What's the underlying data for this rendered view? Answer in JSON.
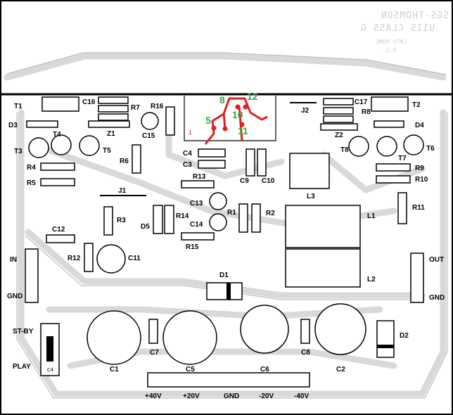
{
  "header": {
    "line1": "SGS-THOMSON",
    "line2": "U11S CLASS G",
    "line3": "LMTO ROME",
    "line4": "D.S."
  },
  "labels": {
    "T1": "T1",
    "T2": "T2",
    "T3": "T3",
    "T4": "T4",
    "T5": "T5",
    "T6": "T6",
    "T7": "T7",
    "T8": "T8",
    "C16": "C16",
    "C17": "C17",
    "C15": "C15",
    "C4": "C4",
    "C3": "C3",
    "C9": "C9",
    "C10": "C10",
    "C13": "C13",
    "C14": "C14",
    "C12": "C12",
    "C11": "C11",
    "C1": "C1",
    "C5": "C5",
    "C6": "C6",
    "C2": "C2",
    "C7": "C7",
    "C8": "C8",
    "C4s": "C4",
    "R7": "R7",
    "R8": "R8",
    "R16": "R16",
    "R6": "R6",
    "R4": "R4",
    "R5": "R5",
    "R9": "R9",
    "R10": "R10",
    "R13": "R13",
    "R1": "R1",
    "R2": "R2",
    "R14": "R14",
    "R15": "R15",
    "R3": "R3",
    "R12": "R12",
    "R11": "R11",
    "D3": "D3",
    "D4": "D4",
    "D5": "D5",
    "D1": "D1",
    "D2": "D2",
    "Z1": "Z1",
    "Z2": "Z2",
    "J1": "J1",
    "J2": "J2",
    "L1": "L1",
    "L2": "L2",
    "L3": "L3",
    "IN": "IN",
    "GND_L": "GND",
    "OUT": "OUT",
    "GND_R": "GND",
    "ST_BY": "ST-BY",
    "PLAY": "PLAY",
    "ic_pin1": "1",
    "p40": "+40V",
    "p20": "+20V",
    "gnd": "GND",
    "m20": "-20V",
    "m40": "-40V"
  },
  "pin_marks": {
    "p8": "8",
    "p12": "12",
    "p5": "5",
    "p10": "10",
    "p11": "11"
  }
}
